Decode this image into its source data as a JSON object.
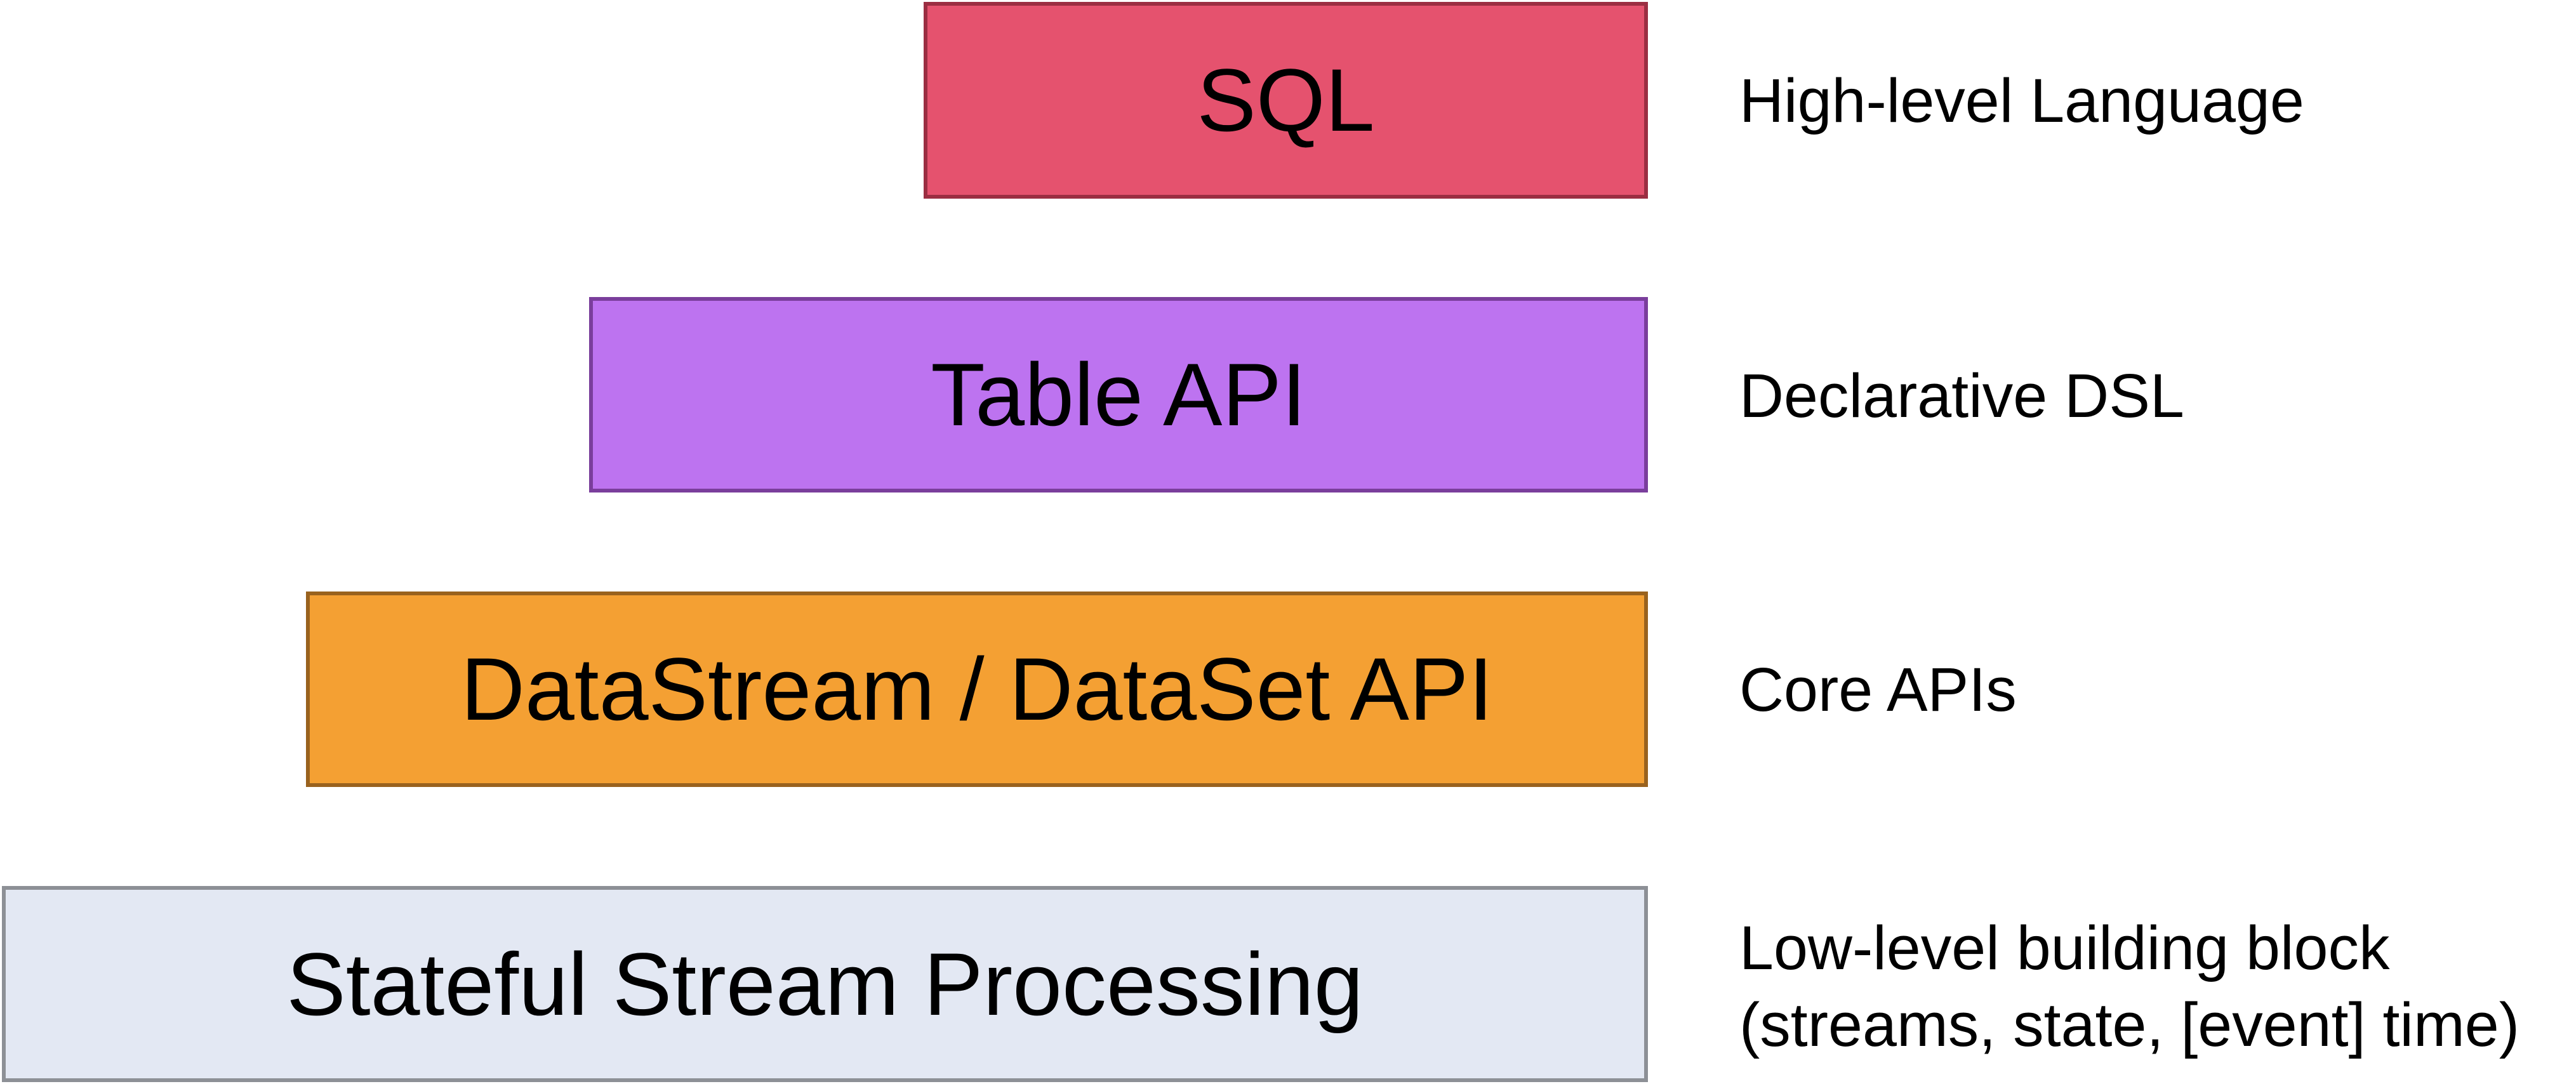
{
  "layers": [
    {
      "name": "SQL",
      "description": [
        "High-level Language"
      ],
      "fill": "#e5526e",
      "border": "#9b2e42"
    },
    {
      "name": "Table API",
      "description": [
        "Declarative DSL"
      ],
      "fill": "#bd73f0",
      "border": "#7a3e9c"
    },
    {
      "name": "DataStream / DataSet API",
      "description": [
        "Core APIs"
      ],
      "fill": "#f4a033",
      "border": "#99621e"
    },
    {
      "name": "Stateful Stream Processing",
      "description": [
        "Low-level building block",
        "(streams, state, [event] time)"
      ],
      "fill": "#e3e8f3",
      "border": "#8d9096"
    }
  ]
}
